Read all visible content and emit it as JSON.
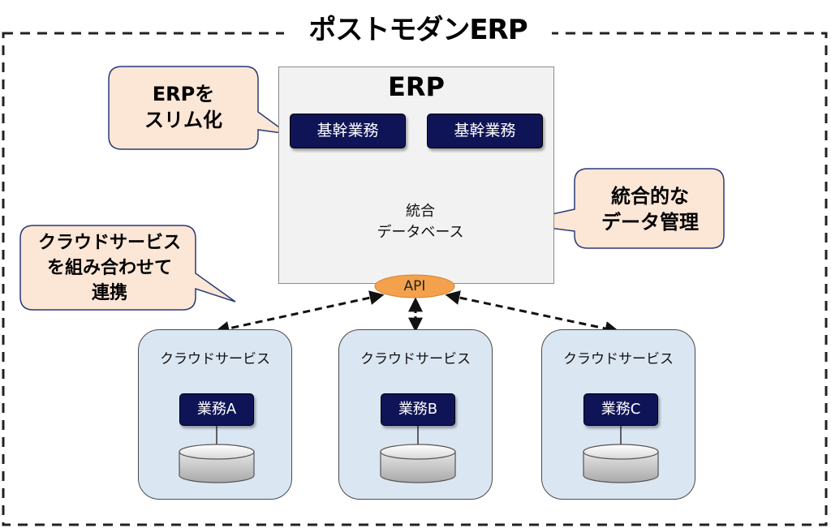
{
  "title": "ポストモダンERP",
  "erp": {
    "title": "ERP",
    "core_tasks": [
      "基幹業務",
      "基幹業務"
    ],
    "database_label_line1": "統合",
    "database_label_line2": "データベース"
  },
  "callouts": {
    "erp_slim": [
      "ERPを",
      "スリム化"
    ],
    "integrated_data": [
      "統合的な",
      "データ管理"
    ],
    "cloud_integration": [
      "クラウドサービス",
      "を組み合わせて",
      "連携"
    ]
  },
  "api": {
    "label": "API"
  },
  "cloud_services": [
    {
      "title": "クラウドサービス",
      "task": "業務A"
    },
    {
      "title": "クラウドサービス",
      "task": "業務B"
    },
    {
      "title": "クラウドサービス",
      "task": "業務C"
    }
  ],
  "colors": {
    "navy": "#0f1457",
    "callout_fill": "#fce6d6",
    "callout_border": "#283a78",
    "service_fill": "#dbe6f3",
    "erp_fill": "#f2f2f2",
    "api_orange": "#f4a14d"
  }
}
